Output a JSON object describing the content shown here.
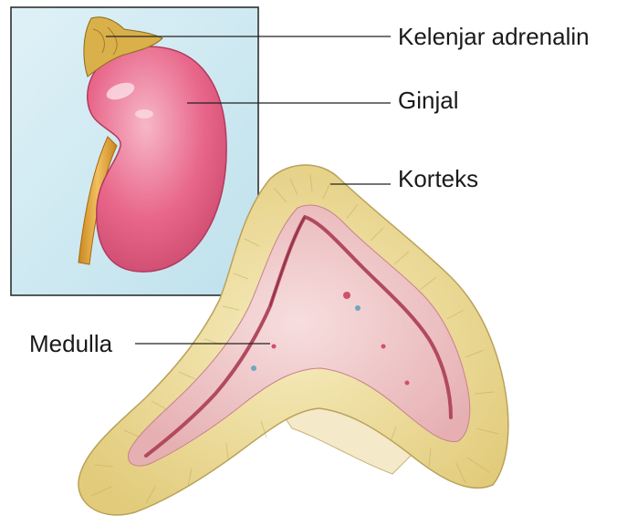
{
  "labels": {
    "adrenal_gland": "Kelenjar adrenalin",
    "kidney": "Ginjal",
    "cortex": "Korteks",
    "medulla": "Medulla"
  },
  "colors": {
    "inset_background": "#cfe9f2",
    "kidney": "#e8678a",
    "ureter": "#e0a23a",
    "cortex": "#efe0a0",
    "medulla": "#edbfbf",
    "vein": "#b24a5e",
    "leader_line": "#222222"
  }
}
